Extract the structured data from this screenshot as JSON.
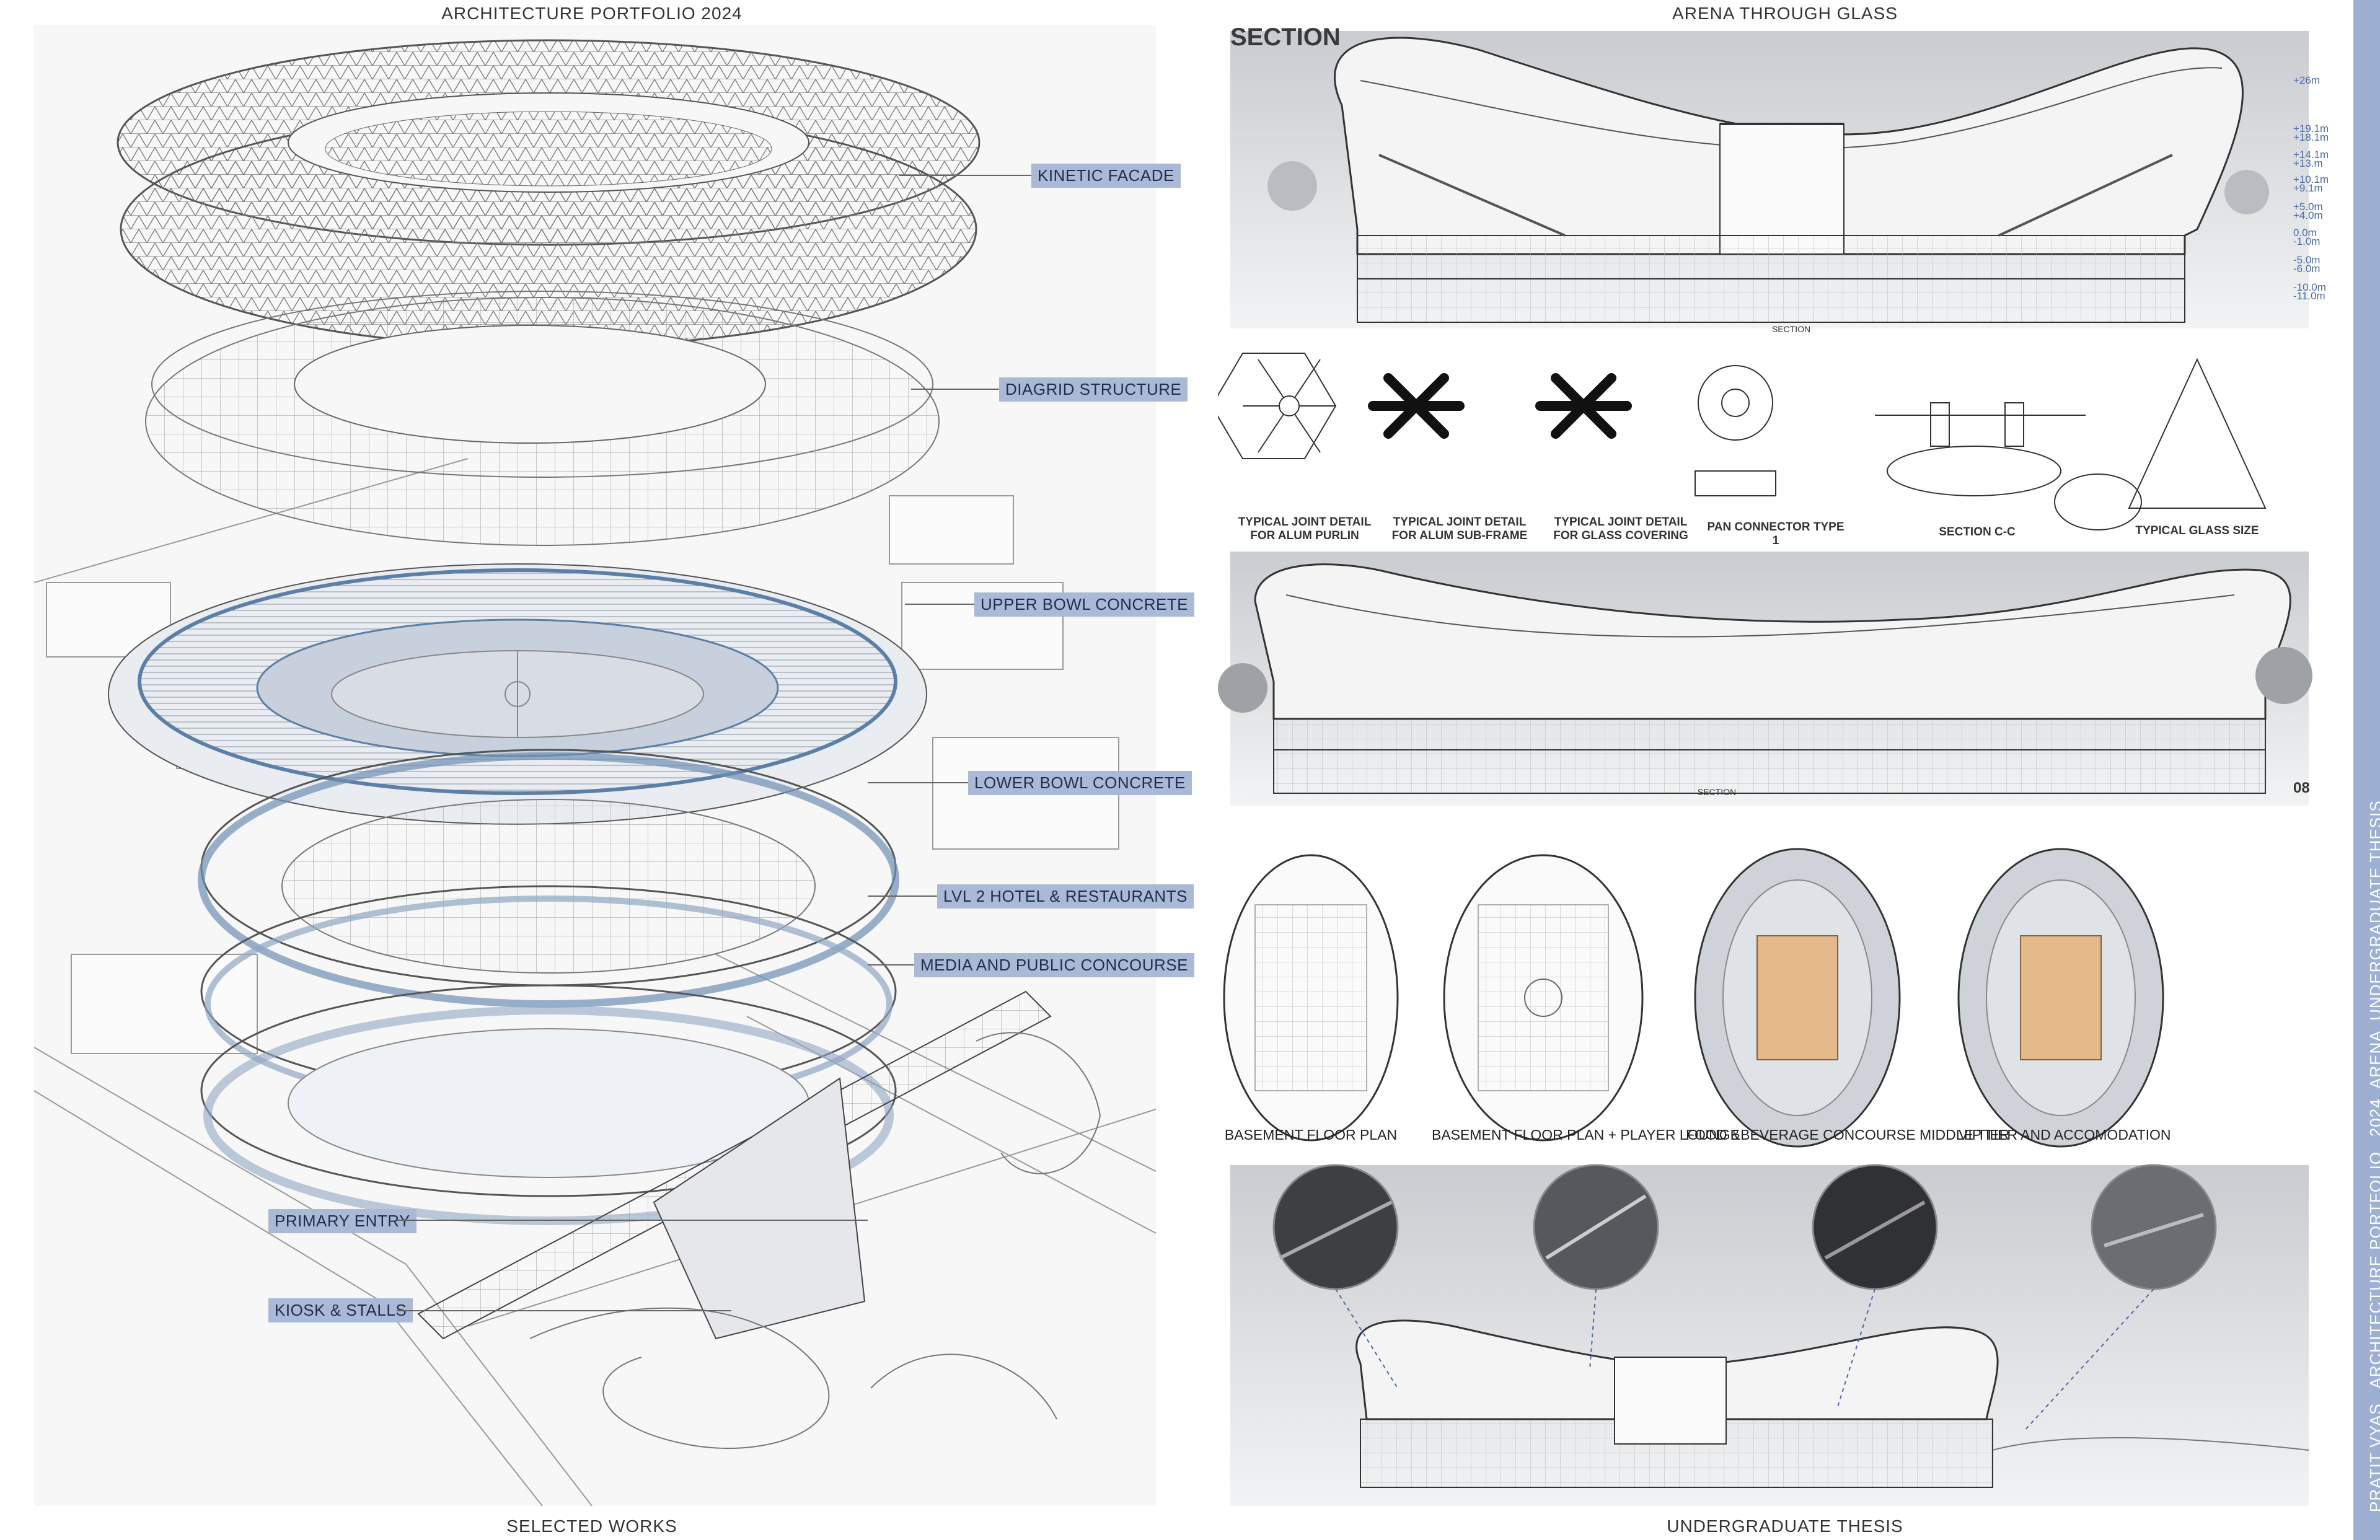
{
  "headers": {
    "left_top": "ARCHITECTURE PORTFOLIO 2024",
    "left_bottom": "SELECTED WORKS",
    "right_top": "ARENA THROUGH GLASS",
    "right_bottom": "UNDERGRADUATE THESIS"
  },
  "side_band": {
    "text": "PRATIT VYAS _ARCHITECTURE PORTFOLIO_ 2024_ARENA_UNDERGRADUATE THESIS"
  },
  "callouts": [
    "KINETIC FACADE",
    "DIAGRID STRUCTURE",
    "UPPER BOWL CONCRETE",
    "LOWER BOWL CONCRETE",
    "LVL 2 HOTEL & RESTAURANTS",
    "MEDIA AND PUBLIC CONCOURSE",
    "PRIMARY ENTRY",
    "KIOSK & STALLS"
  ],
  "section": {
    "title": "SECTION",
    "label": "SECTION",
    "page_number": "08",
    "levels": [
      "+26m",
      "+19.1m",
      "+18.1m",
      "+14.1m",
      "+13.m",
      "+10.1m",
      "+9.1m",
      "+5.0m",
      "+4.0m",
      "0.0m",
      "-1.0m",
      "-5.0m",
      "-6.0m",
      "-10.0m",
      "-11.0m"
    ]
  },
  "details": [
    "TYPICAL JOINT DETAIL\nFOR ALUM PURLIN",
    "TYPICAL JOINT DETAIL\nFOR ALUM SUB-FRAME",
    "TYPICAL JOINT DETAIL\nFOR GLASS COVERING",
    "PAN CONNECTOR TYPE 1",
    "SECTION C-C",
    "TYPICAL GLASS SIZE"
  ],
  "plans": [
    "BASEMENT FLOOR PLAN",
    "BASEMENT FLOOR PLAN + PLAYER LOUNGE",
    "FOOD &BEVERAGE CONCOURSE MIDDLE TIER",
    "VIP TIER AND ACCOMODATION"
  ],
  "colors": {
    "accent_blue": "#aab9d6",
    "side_band": "#9db0d3",
    "court_wood": "#e3b98a",
    "sky_grey": "#d6d8db"
  }
}
